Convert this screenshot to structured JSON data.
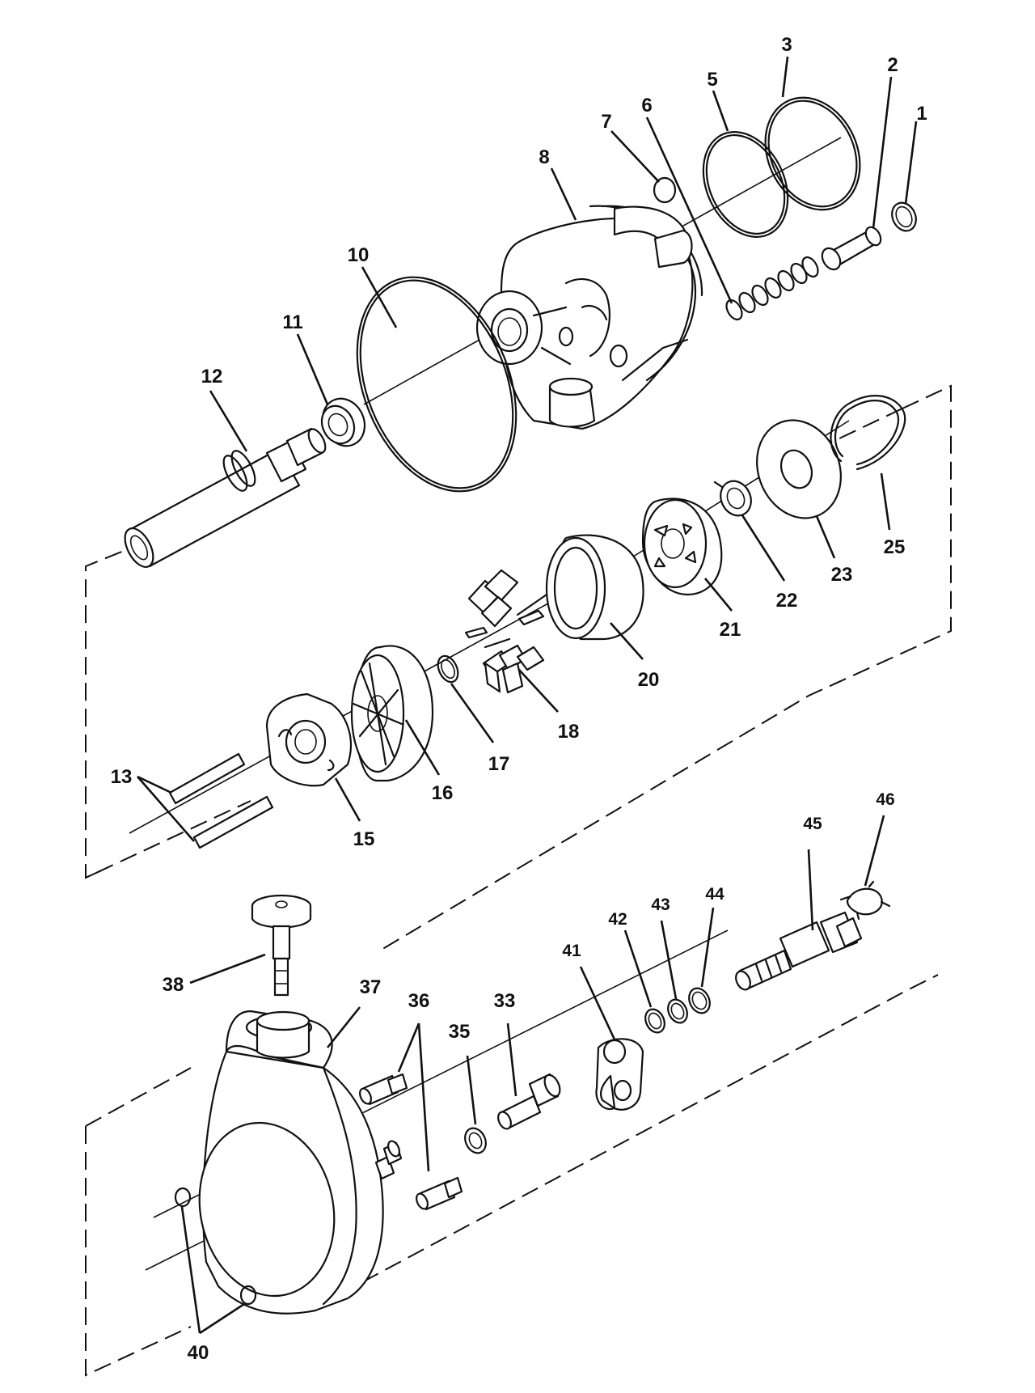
{
  "callouts": {
    "c1": "1",
    "c2": "2",
    "c3": "3",
    "c5": "5",
    "c6": "6",
    "c7": "7",
    "c8": "8",
    "c10": "10",
    "c11": "11",
    "c12": "12",
    "c13": "13",
    "c15": "15",
    "c16": "16",
    "c17": "17",
    "c18": "18",
    "c20": "20",
    "c21": "21",
    "c22": "22",
    "c23": "23",
    "c25": "25",
    "c33": "33",
    "c35": "35",
    "c36": "36",
    "c37": "37",
    "c38": "38",
    "c40": "40",
    "c41": "41",
    "c42": "42",
    "c43": "43",
    "c44": "44",
    "c45": "45",
    "c46": "46"
  }
}
